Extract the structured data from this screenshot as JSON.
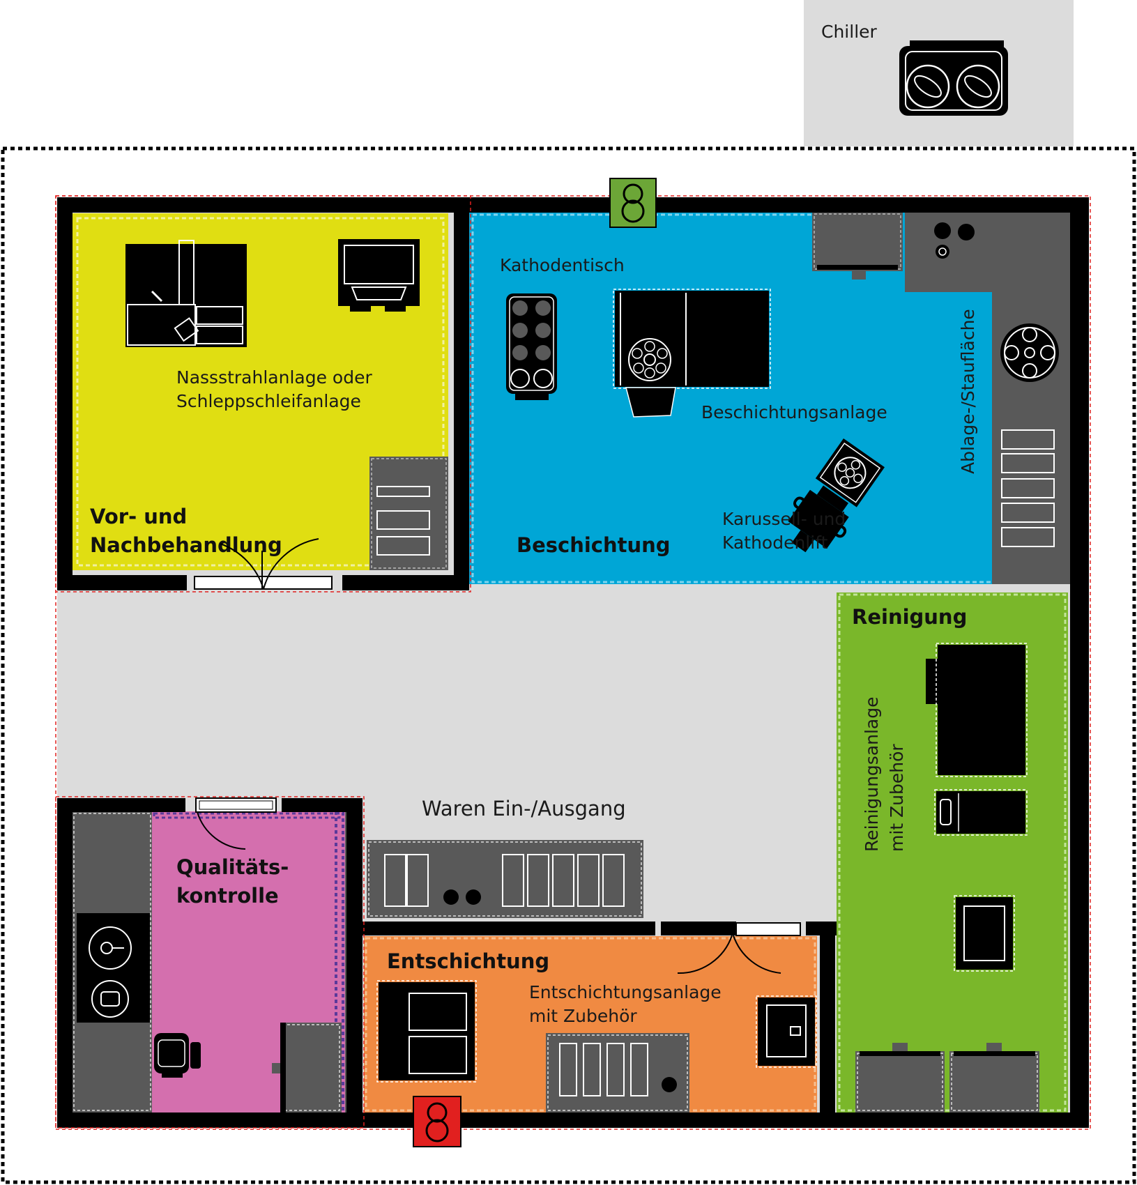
{
  "chiller": {
    "label": "Chiller"
  },
  "rooms": {
    "vor_nachbehandlung": {
      "title_line1": "Vor- und",
      "title_line2": "Nachbehandlung",
      "equipment_line1": "Nassstrahlanlage oder",
      "equipment_line2": "Schleppschleifanlage",
      "color": "#e0de12"
    },
    "beschichtung": {
      "title": "Beschichtung",
      "kathodentisch": "Kathodentisch",
      "beschichtungsanlage": "Beschichtungsanlage",
      "karussell_line1": "Karussell- und",
      "karussell_line2": "Kathodenlift",
      "ablage": "Ablage-/Staufläche",
      "color": "#00a6d6"
    },
    "reinigung": {
      "title": "Reinigung",
      "equipment_line1": "Reinigungsanlage",
      "equipment_line2": "mit Zubehör",
      "color": "#7ab72a"
    },
    "qualitaetskontrolle": {
      "title_line1": "Qualitäts-",
      "title_line2": "kontrolle",
      "color": "#d46fae"
    },
    "entschichtung": {
      "title": "Entschichtung",
      "equipment_line1": "Entschichtungsanlage",
      "equipment_line2": "mit Zubehör",
      "color": "#f08a42"
    }
  },
  "corridor": {
    "label": "Waren Ein-/Ausgang",
    "color": "#dcdcdc"
  },
  "entrances": {
    "green_color": "#6ca637",
    "red_color": "#e1201f"
  }
}
